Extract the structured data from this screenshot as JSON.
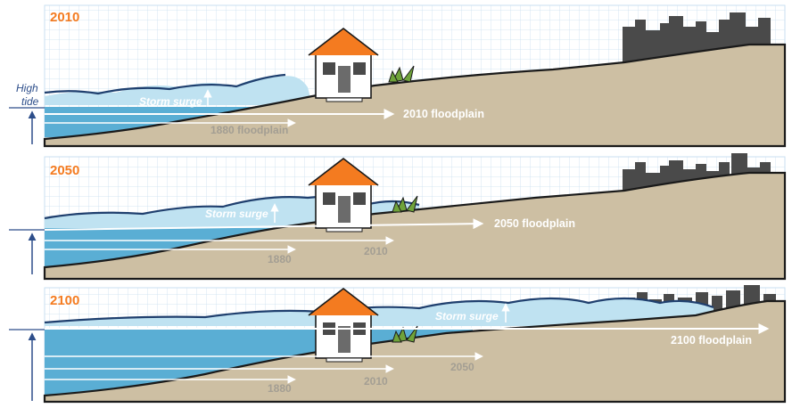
{
  "panels": [
    {
      "year": "2010",
      "surge_label": "Storm surge",
      "floodplain_label": "2010 floodplain",
      "old_lines": [
        {
          "label": "1880 floodplain"
        }
      ]
    },
    {
      "year": "2050",
      "surge_label": "Storm surge",
      "floodplain_label": "2050 floodplain",
      "old_lines": [
        {
          "label": "1880"
        },
        {
          "label": "2010"
        }
      ]
    },
    {
      "year": "2100",
      "surge_label": "Storm surge",
      "floodplain_label": "2100 floodplain",
      "old_lines": [
        {
          "label": "1880"
        },
        {
          "label": "2010"
        },
        {
          "label": "2050"
        }
      ]
    }
  ],
  "tide_label_line1": "High",
  "tide_label_line2": "tide",
  "colors": {
    "land": "#cdbfa3",
    "water": "#5aaed4",
    "water_light": "#bfe2f1",
    "grid": "#c9dff0",
    "orange": "#f47b20",
    "city": "#4a4a4a",
    "tide_arrow": "#2d4e8a"
  }
}
